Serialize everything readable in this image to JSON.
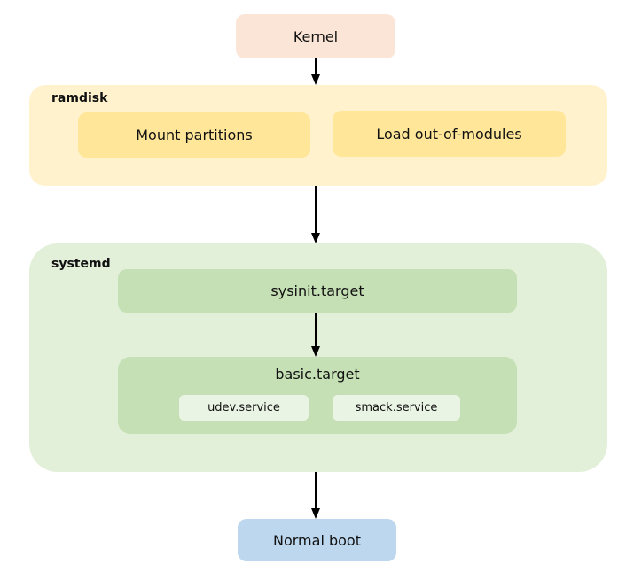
{
  "flow": {
    "kernel_label": "Kernel",
    "ramdisk": {
      "label": "ramdisk",
      "steps": [
        {
          "label": "Mount partitions"
        },
        {
          "label": "Load out-of-modules"
        }
      ]
    },
    "systemd": {
      "label": "systemd",
      "sysinit_label": "sysinit.target",
      "basic_label": "basic.target",
      "services": [
        {
          "label": "udev.service"
        },
        {
          "label": "smack.service"
        }
      ]
    },
    "normal_boot_label": "Normal boot"
  },
  "colors": {
    "kernel_bg": "#FBE5D6",
    "ramdisk_bg": "#FFF2CC",
    "ramdisk_step_bg": "#FFE699",
    "systemd_bg": "#E2F0D9",
    "target_bg": "#C5E0B4",
    "service_bg": "#EAF4E4",
    "normal_boot_bg": "#BDD7EE",
    "arrow": "#000000"
  }
}
